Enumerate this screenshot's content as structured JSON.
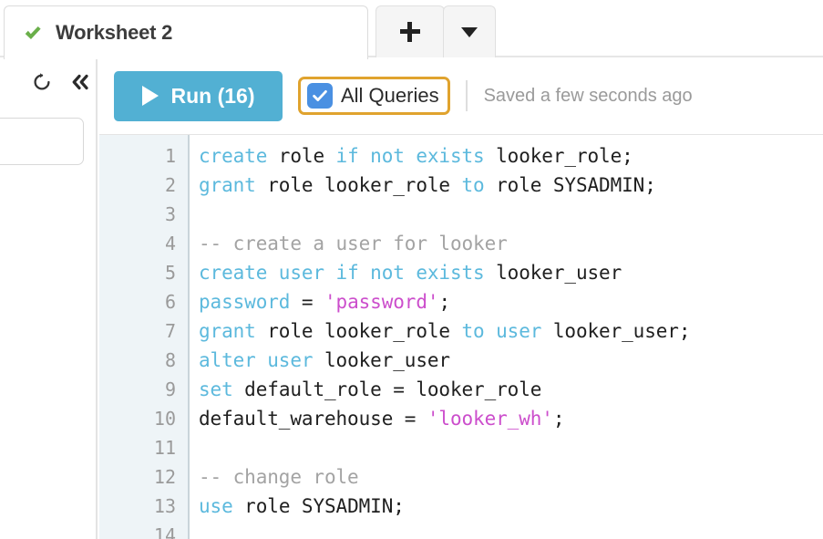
{
  "tabbar": {
    "active_tab": {
      "title": "Worksheet 2",
      "status_icon": "green-check-icon",
      "status_color": "#6aaf4a"
    },
    "add_tab_button": "+",
    "tab_menu_button": "▼"
  },
  "left_panel": {
    "refresh_icon": "refresh-icon",
    "collapse_icon": "double-chevron-left-icon",
    "search_input_value": "",
    "search_input_placeholder": ""
  },
  "toolbar": {
    "run_label": "Run (16)",
    "run_icon": "play-icon",
    "run_color": "#52b0d3",
    "all_queries_label": "All Queries",
    "all_queries_checked": true,
    "all_queries_checkbox_color": "#4a90e2",
    "focus_ring_color": "#e0a32e",
    "saved_status": "Saved a few seconds ago"
  },
  "editor": {
    "line_numbers": [
      "1",
      "2",
      "3",
      "4",
      "5",
      "6",
      "7",
      "8",
      "9",
      "10",
      "11",
      "12",
      "13",
      "14"
    ],
    "syntax_colors": {
      "keyword": "#5cb9dd",
      "string": "#cc4ecc",
      "comment": "#a3a3a3",
      "plain": "#1f1f1f"
    },
    "lines": [
      [
        {
          "t": "create",
          "c": "kw"
        },
        {
          "t": " role ",
          "c": "pl"
        },
        {
          "t": "if not exists",
          "c": "kw"
        },
        {
          "t": " looker_role;",
          "c": "pl"
        }
      ],
      [
        {
          "t": "grant",
          "c": "kw"
        },
        {
          "t": " role looker_role ",
          "c": "pl"
        },
        {
          "t": "to",
          "c": "kw"
        },
        {
          "t": " role SYSADMIN;",
          "c": "pl"
        }
      ],
      [],
      [
        {
          "t": "-- create a user for looker",
          "c": "cmt"
        }
      ],
      [
        {
          "t": "create user",
          "c": "kw"
        },
        {
          "t": " ",
          "c": "pl"
        },
        {
          "t": "if not exists",
          "c": "kw"
        },
        {
          "t": " looker_user",
          "c": "pl"
        }
      ],
      [
        {
          "t": "password",
          "c": "kw"
        },
        {
          "t": " = ",
          "c": "pl"
        },
        {
          "t": "'password'",
          "c": "str"
        },
        {
          "t": ";",
          "c": "pl"
        }
      ],
      [
        {
          "t": "grant",
          "c": "kw"
        },
        {
          "t": " role looker_role ",
          "c": "pl"
        },
        {
          "t": "to user",
          "c": "kw"
        },
        {
          "t": " looker_user;",
          "c": "pl"
        }
      ],
      [
        {
          "t": "alter user",
          "c": "kw"
        },
        {
          "t": " looker_user",
          "c": "pl"
        }
      ],
      [
        {
          "t": "set",
          "c": "kw"
        },
        {
          "t": " default_role = looker_role",
          "c": "pl"
        }
      ],
      [
        {
          "t": "default_warehouse = ",
          "c": "pl"
        },
        {
          "t": "'looker_wh'",
          "c": "str"
        },
        {
          "t": ";",
          "c": "pl"
        }
      ],
      [],
      [
        {
          "t": "-- change role",
          "c": "cmt"
        }
      ],
      [
        {
          "t": "use",
          "c": "kw"
        },
        {
          "t": " role SYSADMIN;",
          "c": "pl"
        }
      ],
      []
    ]
  }
}
